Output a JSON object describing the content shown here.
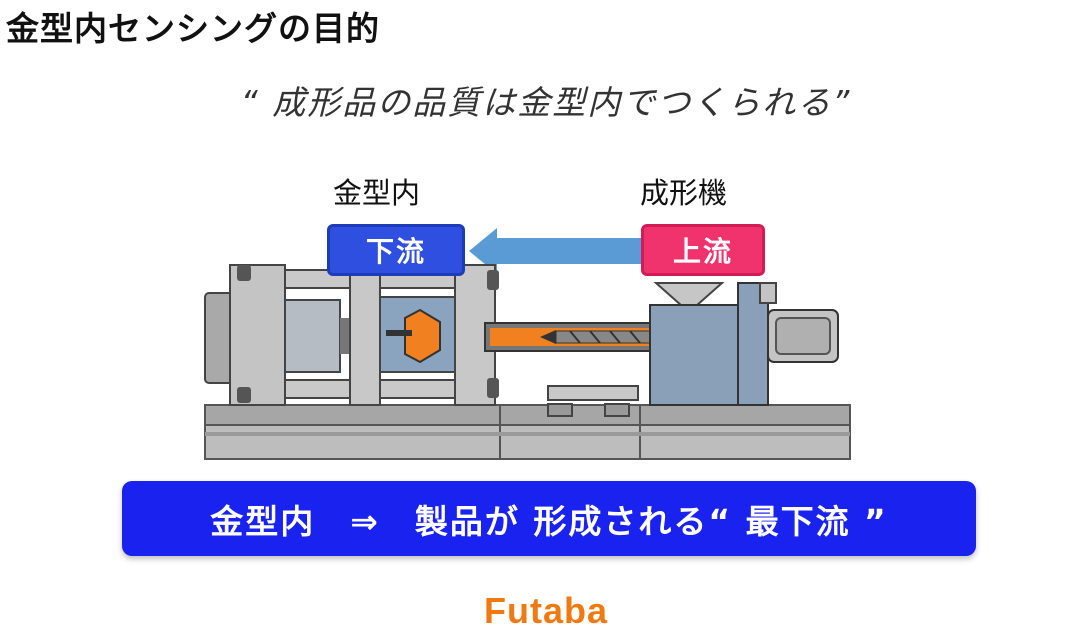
{
  "slide": {
    "title": "金型内センシングの目的",
    "quote": "“ 成形品の品質は金型内でつくられる”",
    "label_mold": "金型内",
    "label_machine": "成形機",
    "badge_downstream": "下流",
    "badge_upstream": "上流",
    "banner": "金型内　⇒　製品が 形成される“ 最下流 ”",
    "logo": "Futaba"
  },
  "colors": {
    "banner": "#1a22f0",
    "downstream": "#2f4fe0",
    "upstream": "#f0336d",
    "arrow": "#5b9bd5",
    "resin": "#f08020",
    "logo": "#f07a12"
  },
  "icons": {
    "arrow": "left-arrow-icon",
    "machine": "injection-molding-machine-illustration"
  }
}
